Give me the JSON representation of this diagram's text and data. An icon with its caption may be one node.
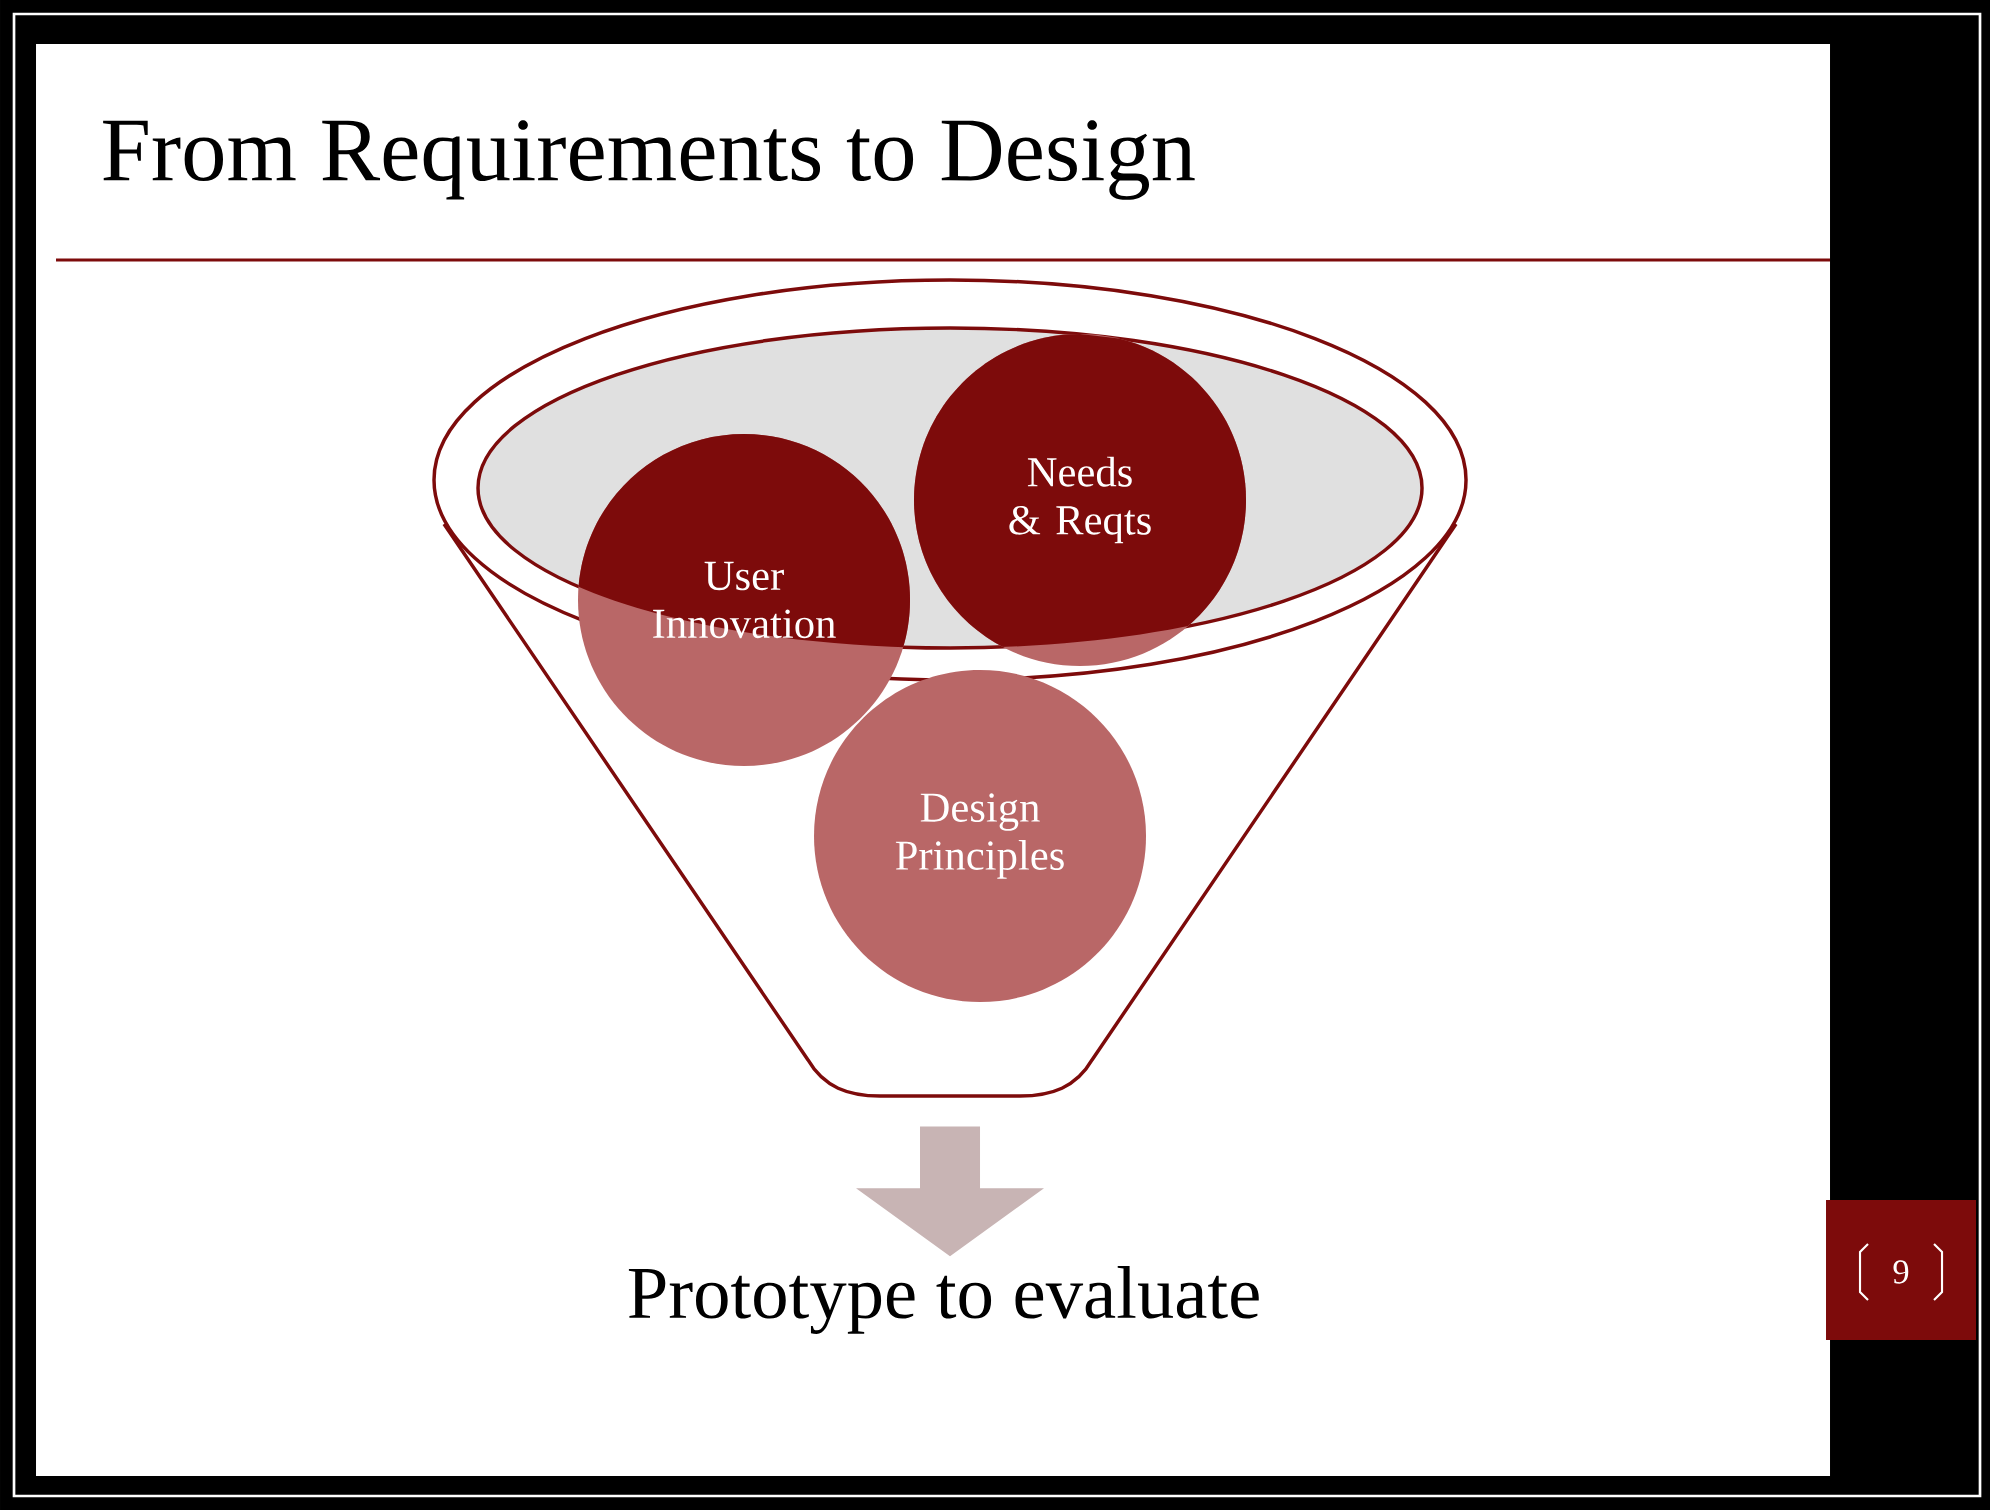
{
  "diagram": {
    "title": "From Requirements to Design",
    "nodes": [
      {
        "text": [],
        "shape": "funnel"
      },
      {
        "text": [
          "User Innovation"
        ],
        "in": 0
      },
      {
        "text": [
          "Needs & Reqts"
        ],
        "in": 0
      },
      {
        "text": [
          "Design Principles"
        ],
        "in": 0
      },
      {
        "text": [
          "Prototype to evaluate"
        ]
      }
    ],
    "edges": [
      {
        "from": 0,
        "to": 4,
        "arrow": "to",
        "style": "thick",
        "color": "#c8b4b4"
      }
    ],
    "labels": [
      "9"
    ]
  }
}
